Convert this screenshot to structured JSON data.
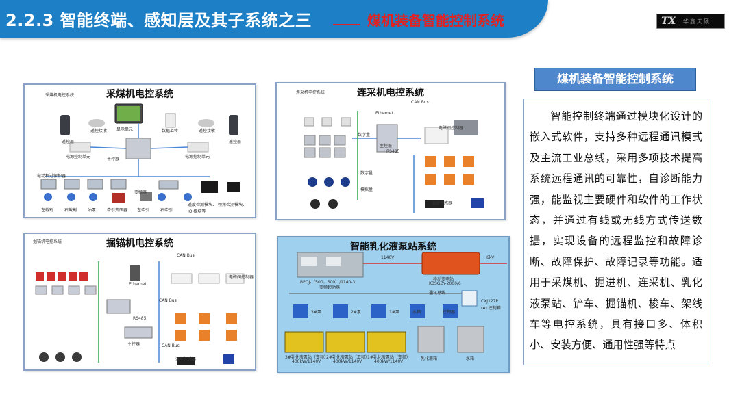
{
  "header": {
    "title": "2.2.3 智能终端、感知层及其子系统之三",
    "subtitle": "煤机装备智能控制系统",
    "logo_mark": "TX",
    "logo_text": "华鑫天硕"
  },
  "panels": {
    "shearer": {
      "title": "采煤机电控系统",
      "caption": "采煤机电控系统",
      "labels": [
        "遥控器",
        "遥控接收",
        "显示单元",
        "数据上传",
        "遥控接收",
        "遥控器",
        "电源控制单元",
        "主控器",
        "电源控制单元",
        "电动机过保护器",
        "左截割",
        "右截割",
        "油泵",
        "牵引变压器",
        "变频器",
        "左牵引",
        "右牵引",
        "遥度检测模块、",
        "倾角检测模块、",
        "IO 模块等"
      ]
    },
    "continuous": {
      "title": "连采机电控系统",
      "caption": "连采机电控系统",
      "labels": [
        "数字量",
        "CAN Bus",
        "Ethernet",
        "RS485",
        "数字量",
        "模拟量",
        "电磁阀控制器",
        "主控器",
        "温度传感器"
      ]
    },
    "roofbolter": {
      "title": "掘锚机电控系统",
      "caption": "掘锚机电控系统",
      "labels": [
        "CAN Bus",
        "Ethernet",
        "RS485",
        "CAN Bus",
        "电磁阀控制器",
        "主控器",
        "CAN Bus",
        "温度传感器"
      ]
    },
    "pumpstation": {
      "title": "智能乳化液泵站系统",
      "labels": [
        "BPQJ-（500，500）/1140-3",
        "变频起动器",
        "1140V",
        "移动变电站",
        "KBSGZY-2000/6",
        "6kV",
        "通讯总线",
        "CXJ127P",
        "(A) 控制箱",
        "3#乳化液泵站（变频）",
        "400kW/1140V",
        "2#乳化液泵站（工频）",
        "400kW/1140V",
        "1#乳化液泵站（变频）",
        "400kW/1140V",
        "乳化液箱",
        "水箱",
        "3#泵",
        "2#泵",
        "1#泵",
        "水箱",
        "控制器"
      ]
    }
  },
  "side": {
    "title": "煤机装备智能控制系统",
    "text": "智能控制终端通过模块化设计的嵌入式软件，支持多种远程通讯模式及主流工业总线，采用多项技术提高系统远程通讯的可靠性，自诊断能力强，能监视主要硬件和软件的工作状态，并通过有线或无线方式传送数据，实现设备的远程监控和故障诊断、故障保护、故障记录等功能。适用于采煤机、掘进机、连采机、乳化液泵站、铲车、掘锚机、梭车、架线车等电控系统，具有接口多、体积小、安装方便、通用性强等特点"
  },
  "colors": {
    "header_blue": "#1d7fc6",
    "accent_red": "#e02222",
    "side_title_bg": "#4f87cc",
    "pump_panel_bg": "#9fd0ee"
  }
}
